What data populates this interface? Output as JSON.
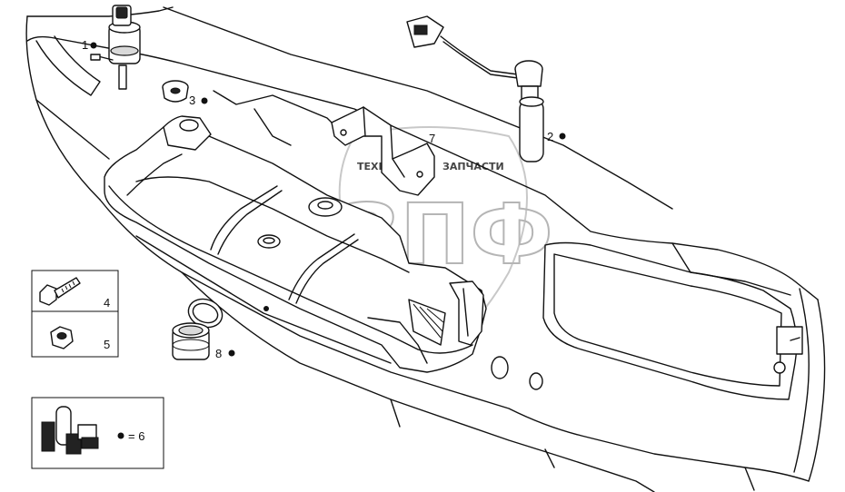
{
  "diagram": {
    "callouts": [
      {
        "id": "c1",
        "text": "1"
      },
      {
        "id": "c2",
        "text": "2"
      },
      {
        "id": "c3",
        "text": "3"
      },
      {
        "id": "c7",
        "text": "7"
      },
      {
        "id": "c8",
        "text": "8"
      }
    ],
    "legend_box_top": {
      "rows": [
        {
          "text": "4"
        },
        {
          "text": "5"
        }
      ]
    },
    "legend_box_bottom": {
      "text": "= 6"
    },
    "watermark": {
      "top_left": "ТЕХНИКА",
      "top_right": "ЗАПЧАСТИ",
      "big_letters": "ЗПФ"
    },
    "colors": {
      "line": "#111111",
      "watermark": "#b5b5b5",
      "background": "#ffffff"
    }
  }
}
